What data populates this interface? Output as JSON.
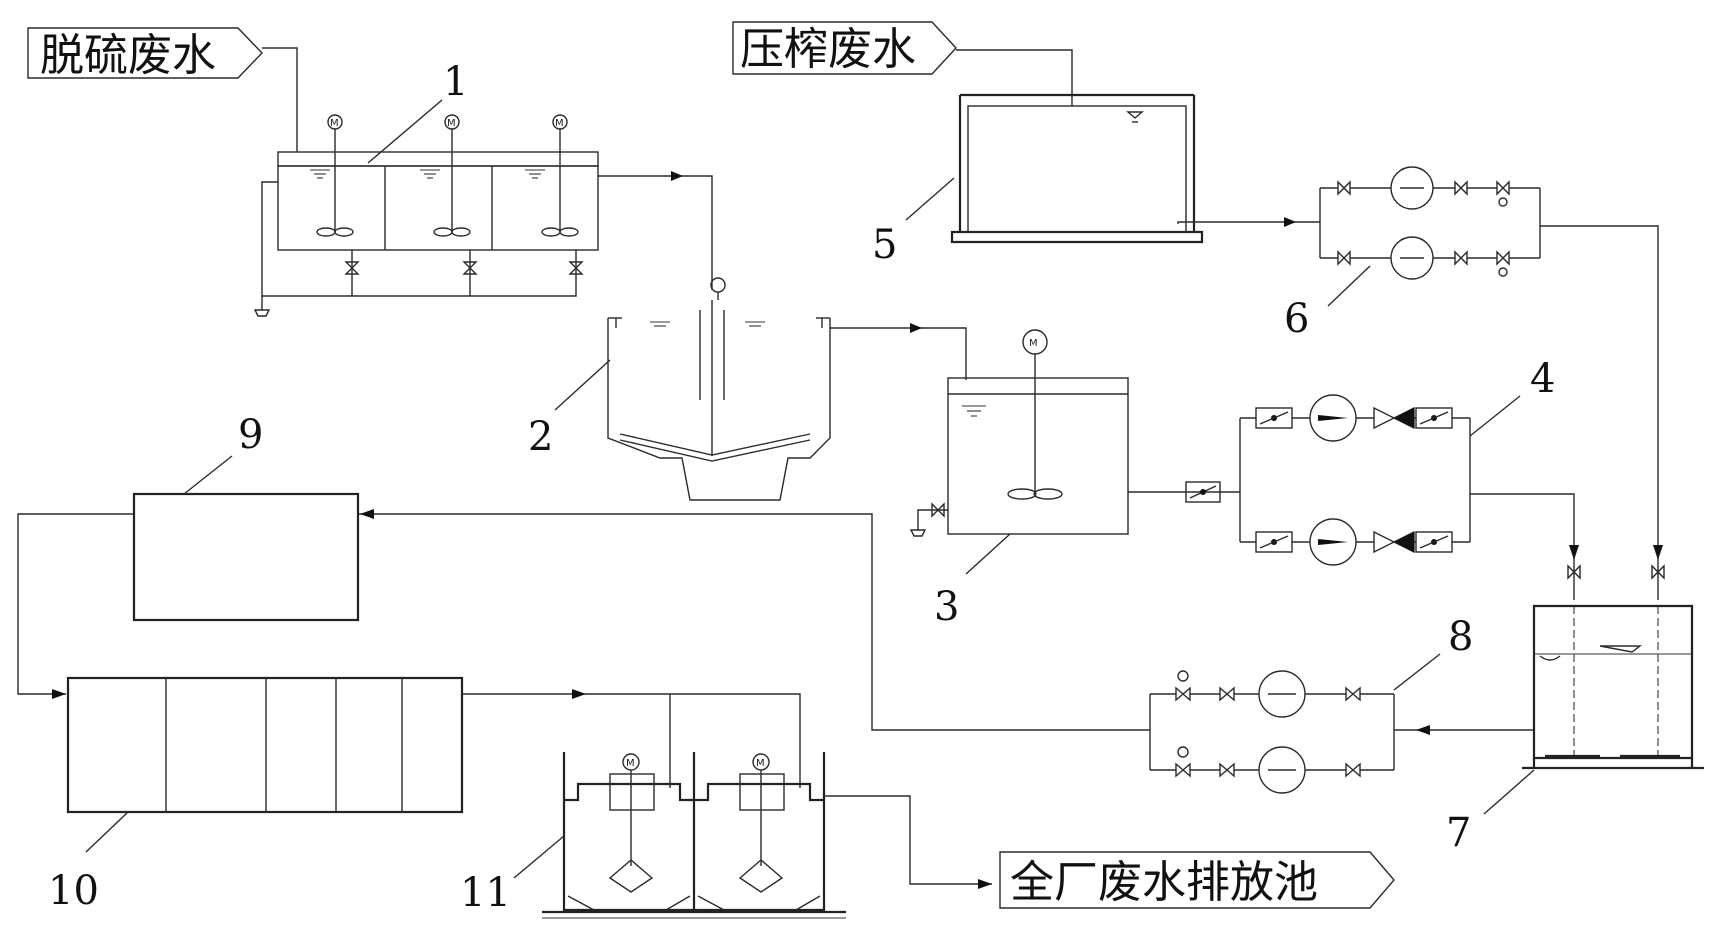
{
  "inputs": {
    "desulfurization_wastewater": "脱硫废水",
    "pressing_wastewater": "压榨废水"
  },
  "output": {
    "plant_discharge_pool": "全厂废水排放池"
  },
  "component_numbers": {
    "n1": "1",
    "n2": "2",
    "n3": "3",
    "n4": "4",
    "n5": "5",
    "n6": "6",
    "n7": "7",
    "n8": "8",
    "n9": "9",
    "n10": "10",
    "n11": "11"
  },
  "symbols": {
    "motor_letter": "M"
  }
}
